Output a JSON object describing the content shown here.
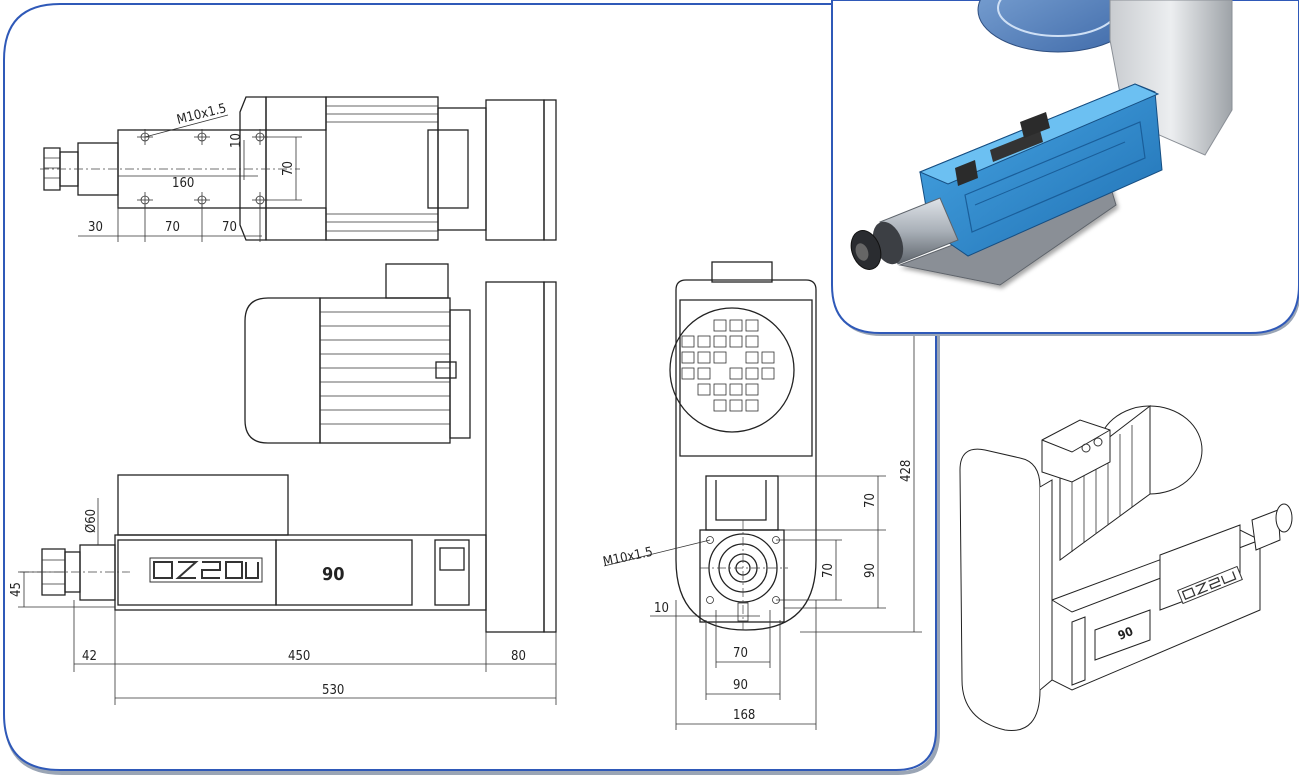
{
  "colors": {
    "frame_blue": "#2f59b8",
    "body_blue": "#2f8fd0",
    "line": "#222222"
  },
  "drawing": {
    "top_view": {
      "thread_label": "M10x1.5",
      "dims": {
        "d30": "30",
        "d70a": "70",
        "d70b": "70",
        "d160": "160",
        "d10": "10",
        "d70v": "70"
      }
    },
    "side_view": {
      "badge_number": "90",
      "dims": {
        "d60": "Ø60",
        "d45": "45",
        "d42": "42",
        "d450": "450",
        "d80": "80",
        "d530": "530"
      }
    },
    "end_view": {
      "thread_label": "M10x1.5",
      "dims": {
        "d428": "428",
        "d70a": "70",
        "d70b": "70",
        "d90": "90",
        "d10": "10",
        "d70h": "70",
        "d90h": "90",
        "d168": "168"
      }
    }
  },
  "render": {
    "badge_number": "90"
  }
}
